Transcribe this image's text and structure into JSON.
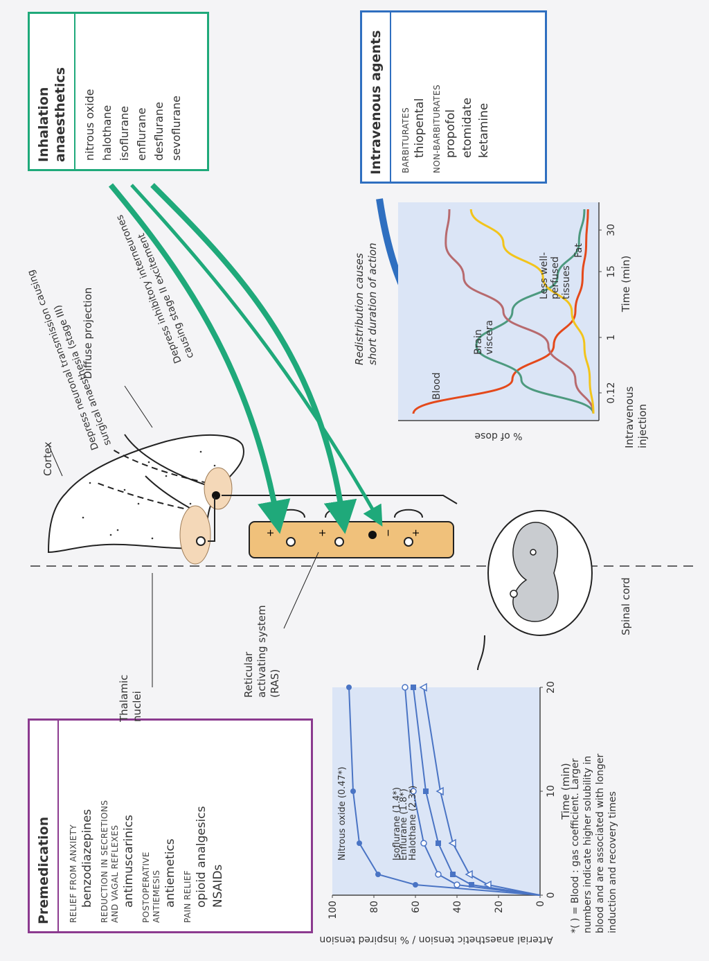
{
  "premedication": {
    "title": "Premedication",
    "groups": [
      {
        "heading": "RELIEF FROM ANXIETY",
        "items": [
          "benzodiazepines"
        ]
      },
      {
        "heading": "REDUCTION IN SECRETIONS\nAND VAGAL REFLEXES",
        "items": [
          "antimuscarinics"
        ]
      },
      {
        "heading": "POSTOPERATIVE\nANTIEMESIS",
        "items": [
          "antiemetics"
        ]
      },
      {
        "heading": "PAIN RELIEF",
        "items": [
          "opioid analgesics",
          "NSAIDs"
        ]
      }
    ],
    "color": "#8b3a8f"
  },
  "inhalation": {
    "title": "Inhalation\nanaesthetics",
    "items": [
      "nitrous oxide",
      "halothane",
      "isoflurane",
      "enflurane",
      "desflurane",
      "sevoflurane"
    ],
    "color": "#1fa97a"
  },
  "intravenous": {
    "title": "Intravenous agents",
    "groups": [
      {
        "heading": "BARBITURATES",
        "items": [
          "thiopental"
        ]
      },
      {
        "heading": "NON-BARBITURATES",
        "items": [
          "propofol",
          "etomidate",
          "ketamine"
        ]
      }
    ],
    "color": "#2f6fc0"
  },
  "labels": {
    "cortex": "Cortex",
    "diffuse": "Diffuse projection",
    "thalamic": "Thalamic\nnuclei",
    "ras": "Reticular\nactivating system\n(RAS)",
    "spinal": "Spinal cord",
    "arrow1": "Depress neuronal transmission causing\nsurgical anaesthesia (stage III)",
    "arrow2": "Depress inhibitory interneurones\ncausing stage II excitement",
    "redistribution": "Redistribution causes\nshort duration of action",
    "iv_injection": "Intravenous\ninjection",
    "footnote": "*(  ) = Blood : gas coefficient. Larger\nnumbers indicate higher solubility in\nblood and are associated with longer\ninduction and recovery times",
    "plus": "+",
    "minus": "−"
  },
  "chart_data": [
    {
      "type": "line",
      "xlabel": "Time (min)",
      "ylabel": "Arterial anaesthetic tension\n% inspired tension",
      "x_ticks": [
        0,
        10,
        20
      ],
      "y_ticks": [
        0,
        20,
        40,
        60,
        80,
        100
      ],
      "xlim": [
        0,
        20
      ],
      "ylim": [
        0,
        100
      ],
      "series": [
        {
          "name": "Nitrous oxide (0.47*)",
          "marker": "filled-circle",
          "x": [
            0,
            1,
            2,
            5,
            10,
            20
          ],
          "y": [
            0,
            60,
            78,
            87,
            90,
            92
          ]
        },
        {
          "name": "Isoflurane (1.4*)",
          "marker": "open-circle",
          "x": [
            0,
            1,
            2,
            5,
            10,
            20
          ],
          "y": [
            0,
            40,
            49,
            56,
            61,
            65
          ]
        },
        {
          "name": "Enflurane (1.8*)",
          "marker": "filled-square",
          "x": [
            0,
            1,
            2,
            5,
            10,
            20
          ],
          "y": [
            0,
            33,
            42,
            49,
            55,
            61
          ]
        },
        {
          "name": "Halothane (2.3*)",
          "marker": "open-triangle",
          "x": [
            0,
            1,
            2,
            5,
            10,
            20
          ],
          "y": [
            0,
            25,
            34,
            42,
            48,
            56
          ]
        }
      ],
      "color": "#4a74c4"
    },
    {
      "type": "line",
      "xlabel": "Time (min)",
      "ylabel": "% of dose",
      "x_ticks": [
        "0.12",
        "1",
        "15",
        "30"
      ],
      "series": [
        {
          "name": "Blood",
          "color": "#e4491b",
          "y": [
            100,
            45,
            22,
            10,
            6,
            4,
            3
          ]
        },
        {
          "name": "Brain\nviscera",
          "color": "#4d9a7f",
          "y": [
            0,
            40,
            65,
            45,
            20,
            8,
            5
          ]
        },
        {
          "name": "Less well-\nperfused\ntissues",
          "color": "#b76a6e",
          "y": [
            0,
            10,
            25,
            50,
            72,
            82,
            80
          ]
        },
        {
          "name": "Fat",
          "color": "#f2c41b",
          "y": [
            0,
            2,
            5,
            12,
            28,
            50,
            68
          ]
        }
      ]
    }
  ],
  "colors": {
    "green": "#1fa97a",
    "ras": "#f0c17b",
    "thalamus": "#f4d8b8",
    "grey": "#c9ccd0"
  }
}
